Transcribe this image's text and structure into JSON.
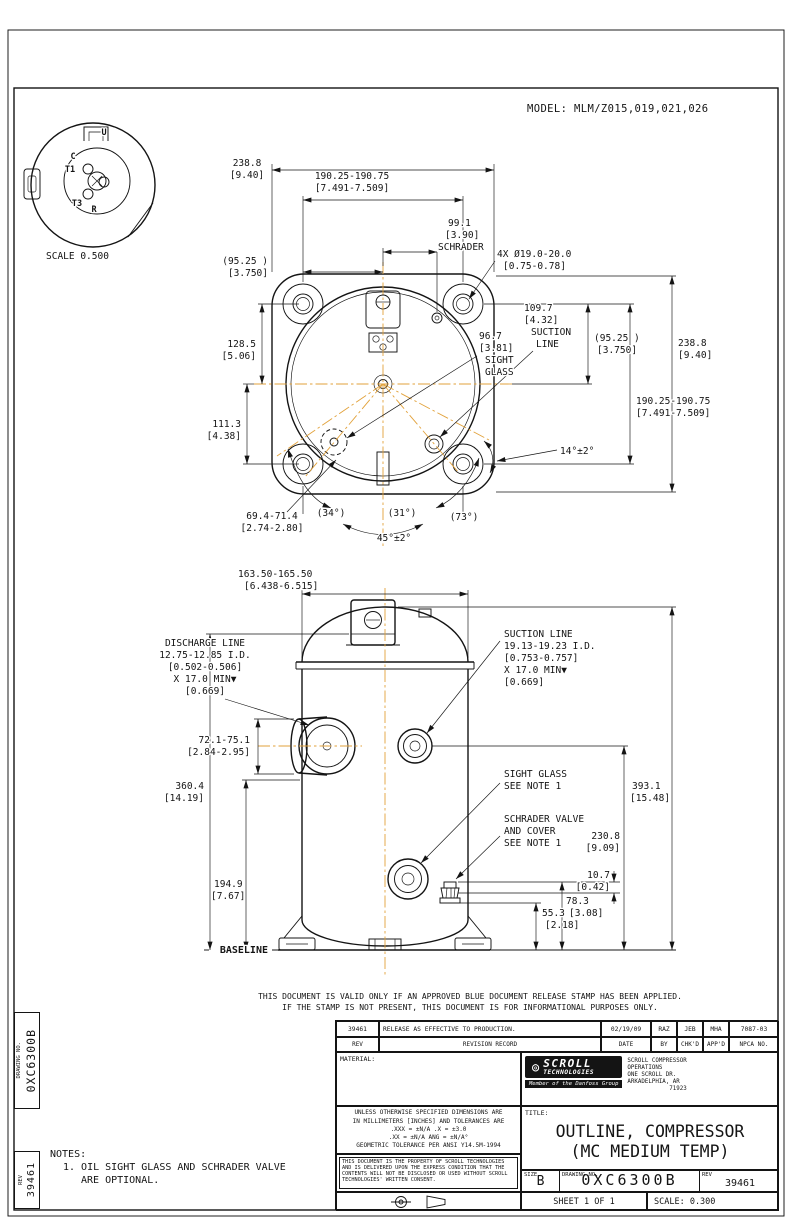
{
  "colors": {
    "centerline": "#E2A23B",
    "ink": "#141414"
  },
  "header": {
    "model": "MODEL: MLM/Z015,019,021,026"
  },
  "detail_view": {
    "scale_label": "SCALE 0.500",
    "terminals": {
      "u": "U",
      "c": "C",
      "t1": "T1",
      "t3": "T3",
      "r": "R"
    }
  },
  "top_view": {
    "dims": {
      "width_top_mm": "238.8",
      "width_top_in": "[9.40]",
      "bolt_top_mm": "190.25-190.75",
      "bolt_top_in": "[7.491-7.509]",
      "schrader_mm": "99.1",
      "schrader_in": "[3.90]",
      "schrader_label": "SCHRADER",
      "holes_mm": "4X Ø19.0-20.0",
      "holes_in": "[0.75-0.78]",
      "half_left_mm": "(95.25 )",
      "half_left_in": "[3.750]",
      "d128_mm": "128.5",
      "d128_in": "[5.06]",
      "suction_mm": "109.7",
      "suction_in": "[4.32]",
      "suction_word1": "SUCTION",
      "suction_word2": "LINE",
      "sight_mm": "96.7",
      "sight_in": "[3.81]",
      "sight_word1": "SIGHT",
      "sight_word2": "GLASS",
      "half_right_mm": "(95.25 )",
      "half_right_in": "[3.750]",
      "width_right_mm": "238.8",
      "width_right_in": "[9.40]",
      "bolt_right_mm": "190.25-190.75",
      "bolt_right_in": "[7.491-7.509]",
      "d111_mm": "111.3",
      "d111_in": "[4.38]",
      "angle14": "14°±2°",
      "d69_mm": "69.4-71.4",
      "d69_in": "[2.74-2.80]",
      "angle34": "(34°)",
      "angle31": "(31°)",
      "angle73": "(73°)",
      "angle45": "45°±2°"
    }
  },
  "side_view": {
    "dims": {
      "d163_mm": "163.50-165.50",
      "d163_in": "[6.438-6.515]",
      "d72_mm": "72.1-75.1",
      "d72_in": "[2.84-2.95]",
      "d360_mm": "360.4",
      "d360_in": "[14.19]",
      "d194_mm": "194.9",
      "d194_in": "[7.67]",
      "d393_mm": "393.1",
      "d393_in": "[15.48]",
      "d230_mm": "230.8",
      "d230_in": "[9.09]",
      "d10_mm": "10.7",
      "d10_in": "[0.42]",
      "d78_mm": "78.3",
      "d78_in": "[3.08]",
      "d55_mm": "55.3",
      "d55_in": "[2.18]"
    },
    "labels": {
      "discharge_l1": "DISCHARGE LINE",
      "discharge_l2": "12.75-12.85 I.D.",
      "discharge_l3": "[0.502-0.506]",
      "discharge_l4": "X 17.0 MIN▼",
      "discharge_l5": "[0.669]",
      "suction_l1": "SUCTION LINE",
      "suction_l2": "19.13-19.23 I.D.",
      "suction_l3": "[0.753-0.757]",
      "suction_l4": "X 17.0 MIN▼",
      "suction_l5": "[0.669]",
      "sight_l1": "SIGHT GLASS",
      "sight_l2": "SEE NOTE 1",
      "schrader_l1": "SCHRADER VALVE",
      "schrader_l2": "AND COVER",
      "schrader_l3": "SEE NOTE 1",
      "baseline": "BASELINE"
    }
  },
  "stamp_note": {
    "line1": "THIS DOCUMENT IS VALID ONLY IF AN APPROVED BLUE DOCUMENT RELEASE STAMP HAS BEEN APPLIED.",
    "line2": "IF THE STAMP IS NOT PRESENT, THIS DOCUMENT IS FOR INFORMATIONAL PURPOSES ONLY."
  },
  "notes": {
    "heading": "NOTES:",
    "note1_l1": "1. OIL SIGHT GLASS AND SCHRADER VALVE",
    "note1_l2": "ARE OPTIONAL."
  },
  "edge": {
    "drawing_no_label": "DRAWING NO.",
    "drawing_no": "0XC6300B",
    "rev_label": "REV",
    "rev": "39461"
  },
  "title_block": {
    "revision_entry": {
      "rev": "39461",
      "record": "RELEASE AS EFFECTIVE TO PRODUCTION.",
      "date": "02/19/09",
      "by": "RAZ",
      "chkd": "JEB",
      "appd": "MHA",
      "npca": "7087-03"
    },
    "revision_header": {
      "rev": "REV",
      "record": "REVISION RECORD",
      "date": "DATE",
      "by": "BY",
      "chkd": "CHK'D",
      "appd": "APP'D",
      "npca": "NPCA NO."
    },
    "material_label": "MATERIAL:",
    "logo": {
      "brand_l1": "SCROLL",
      "brand_l2": "TECHNOLOGIES",
      "member_bar": "Member of the Danfoss Group",
      "addr_l1": "SCROLL COMPRESSOR",
      "addr_l2": "OPERATIONS",
      "addr_l3": "ONE SCROLL DR.",
      "addr_l4": "ARKADELPHIA, AR",
      "addr_l5": "71923"
    },
    "tolerance": {
      "l1": "UNLESS OTHERWISE SPECIFIED DIMENSIONS ARE",
      "l2": "IN MILLIMETERS [INCHES] AND TOLERANCES ARE",
      "l3": ".XXX = ±N/A   .X = ±3.0",
      "l4": ".XX = ±N/A   ANG = ±N/A°",
      "l5": "GEOMETRIC TOLERANCE PER ANSI Y14.5M-1994"
    },
    "property_note": "THIS DOCUMENT IS THE PROPERTY OF SCROLL TECHNOLOGIES AND IS DELIVERED UPON THE EXPRESS CONDITION THAT THE CONTENTS WILL NOT BE DISCLOSED OR USED WITHOUT SCROLL TECHNOLOGIES' WRITTEN CONSENT.",
    "title_label": "TITLE:",
    "title_l1": "OUTLINE, COMPRESSOR",
    "title_l2": "(MC MEDIUM TEMP)",
    "size_label": "SIZE",
    "size_value": "B",
    "drawing_no_label": "DRAWING NO.",
    "drawing_no": "0XC6300B",
    "rev_label": "REV",
    "rev_value": "39461",
    "sheet_label": "SHEET 1 OF 1",
    "scale_label": "SCALE: 0.300"
  }
}
